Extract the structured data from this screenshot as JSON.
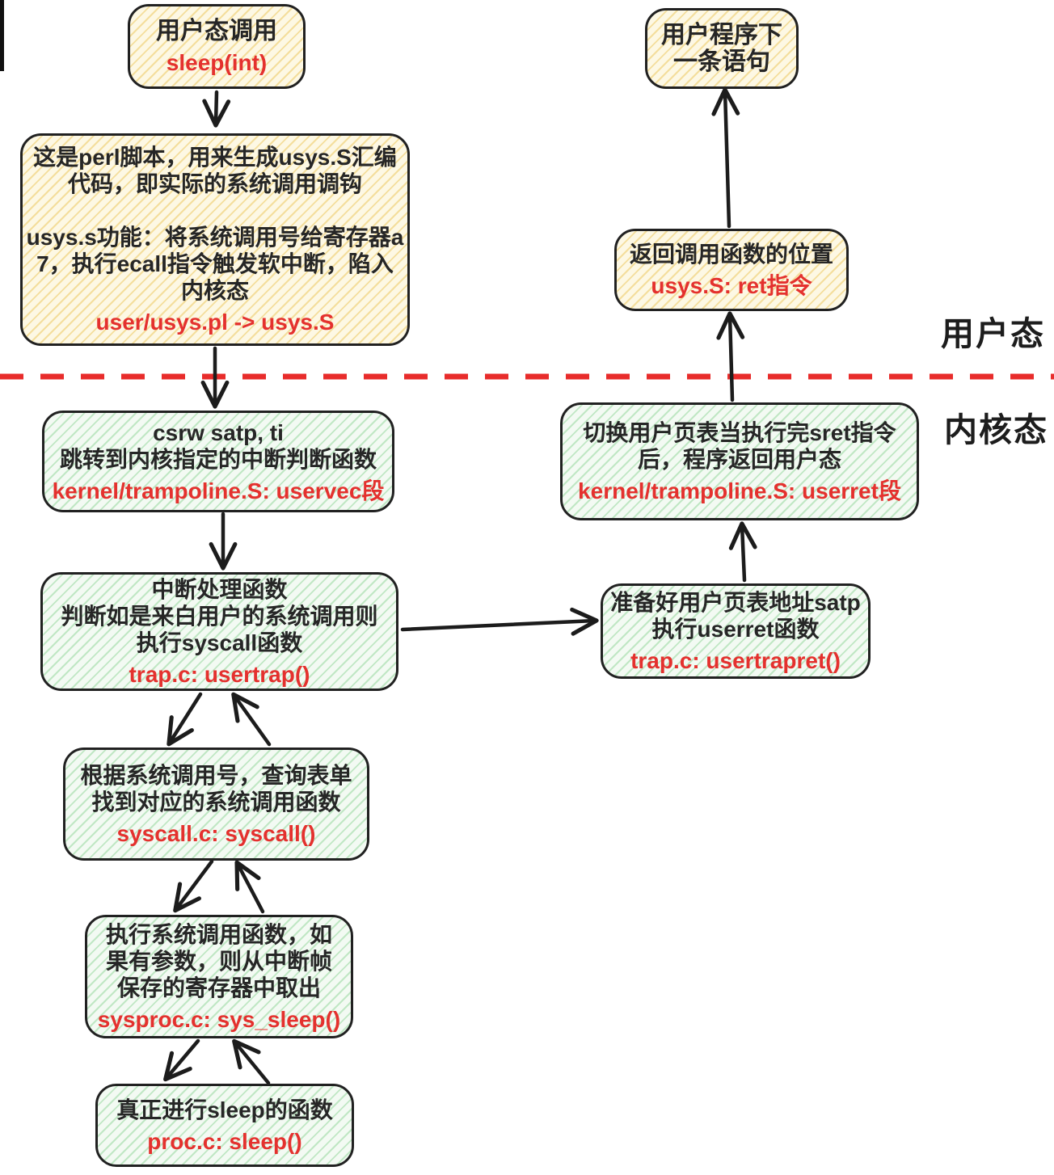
{
  "labels": {
    "user_mode": "用户态",
    "kernel_mode": "内核态"
  },
  "colors": {
    "user_box_fill": "#fdf8e4",
    "user_box_hatch": "#ecc860",
    "kernel_box_fill": "#f3faf3",
    "kernel_box_hatch": "#6ec878",
    "box_border": "#212121",
    "code_text": "#e4312e",
    "divider": "#e82c2b",
    "body_text": "#262626"
  },
  "nodes": {
    "user_call": {
      "lines": [
        "用户态调用"
      ],
      "code": "sleep(int)"
    },
    "usys_pl": {
      "lines": [
        "这是perl脚本，用来生成usys.S汇编",
        "代码，即实际的系统调用调钩",
        "",
        "usys.s功能：将系统调用号给寄存器a",
        "7，执行ecall指令触发软中断，陷入",
        "内核态"
      ],
      "code": "user/usys.pl -> usys.S"
    },
    "uservec": {
      "lines": [
        "csrw satp, ti",
        "跳转到内核指定的中断判断函数"
      ],
      "code": "kernel/trampoline.S: uservec段"
    },
    "usertrap": {
      "lines": [
        "中断处理函数",
        "判断如是来白用户的系统调用则",
        "执行syscall函数"
      ],
      "code": "trap.c: usertrap()"
    },
    "syscall": {
      "lines": [
        "根据系统调用号，查询表单",
        "找到对应的系统调用函数"
      ],
      "code": "syscall.c: syscall()"
    },
    "sys_sleep": {
      "lines": [
        "执行系统调用函数，如",
        "果有参数，则从中断帧",
        "保存的寄存器中取出"
      ],
      "code": "sysproc.c: sys_sleep()"
    },
    "sleep_fn": {
      "lines": [
        "真正进行sleep的函数"
      ],
      "code": "proc.c: sleep()"
    },
    "next_stmt": {
      "lines": [
        "用户程序下",
        "一条语句"
      ]
    },
    "ret": {
      "lines": [
        "返回调用函数的位置"
      ],
      "code": "usys.S: ret指令"
    },
    "userret": {
      "lines": [
        "切换用户页表当执行完sret指令",
        "后，程序返回用户态"
      ],
      "code": "kernel/trampoline.S: userret段"
    },
    "usertrapret": {
      "lines": [
        "准备好用户页表地址satp",
        "执行userret函数"
      ],
      "code": "trap.c: usertrapret()"
    }
  }
}
